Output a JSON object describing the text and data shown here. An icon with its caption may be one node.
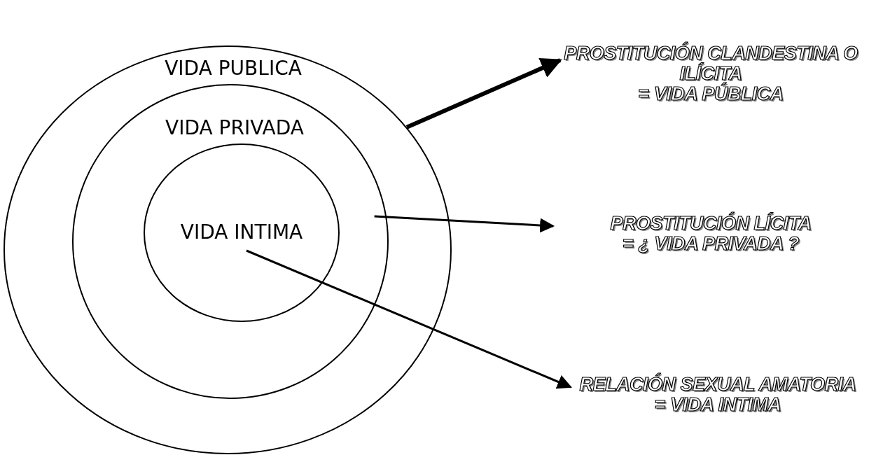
{
  "diagram": {
    "nodes": [
      {
        "text": [
          "VIDA PUBLICA"
        ]
      },
      {
        "text": [
          "VIDA PRIVADA"
        ],
        "in": 0
      },
      {
        "text": [
          "VIDA INTIMA"
        ],
        "in": 1
      },
      {
        "text": [
          "PROSTITUCIÓN CLANDESTINA O ILÍCITA",
          "= VIDA PÚBLICA"
        ]
      },
      {
        "text": [
          "PROSTITUCIÓN LÍCITA",
          "= ¿ VIDA PRIVADA ?"
        ]
      },
      {
        "text": [
          "RELACIÓN SEXUAL AMATORIA",
          "= VIDA INTIMA"
        ]
      }
    ],
    "edges": [
      {
        "from": 0,
        "to": 3,
        "arrow": "to",
        "style": "thick"
      },
      {
        "from": 1,
        "to": 4,
        "arrow": "to"
      },
      {
        "from": 2,
        "to": 5,
        "arrow": "to"
      }
    ]
  }
}
